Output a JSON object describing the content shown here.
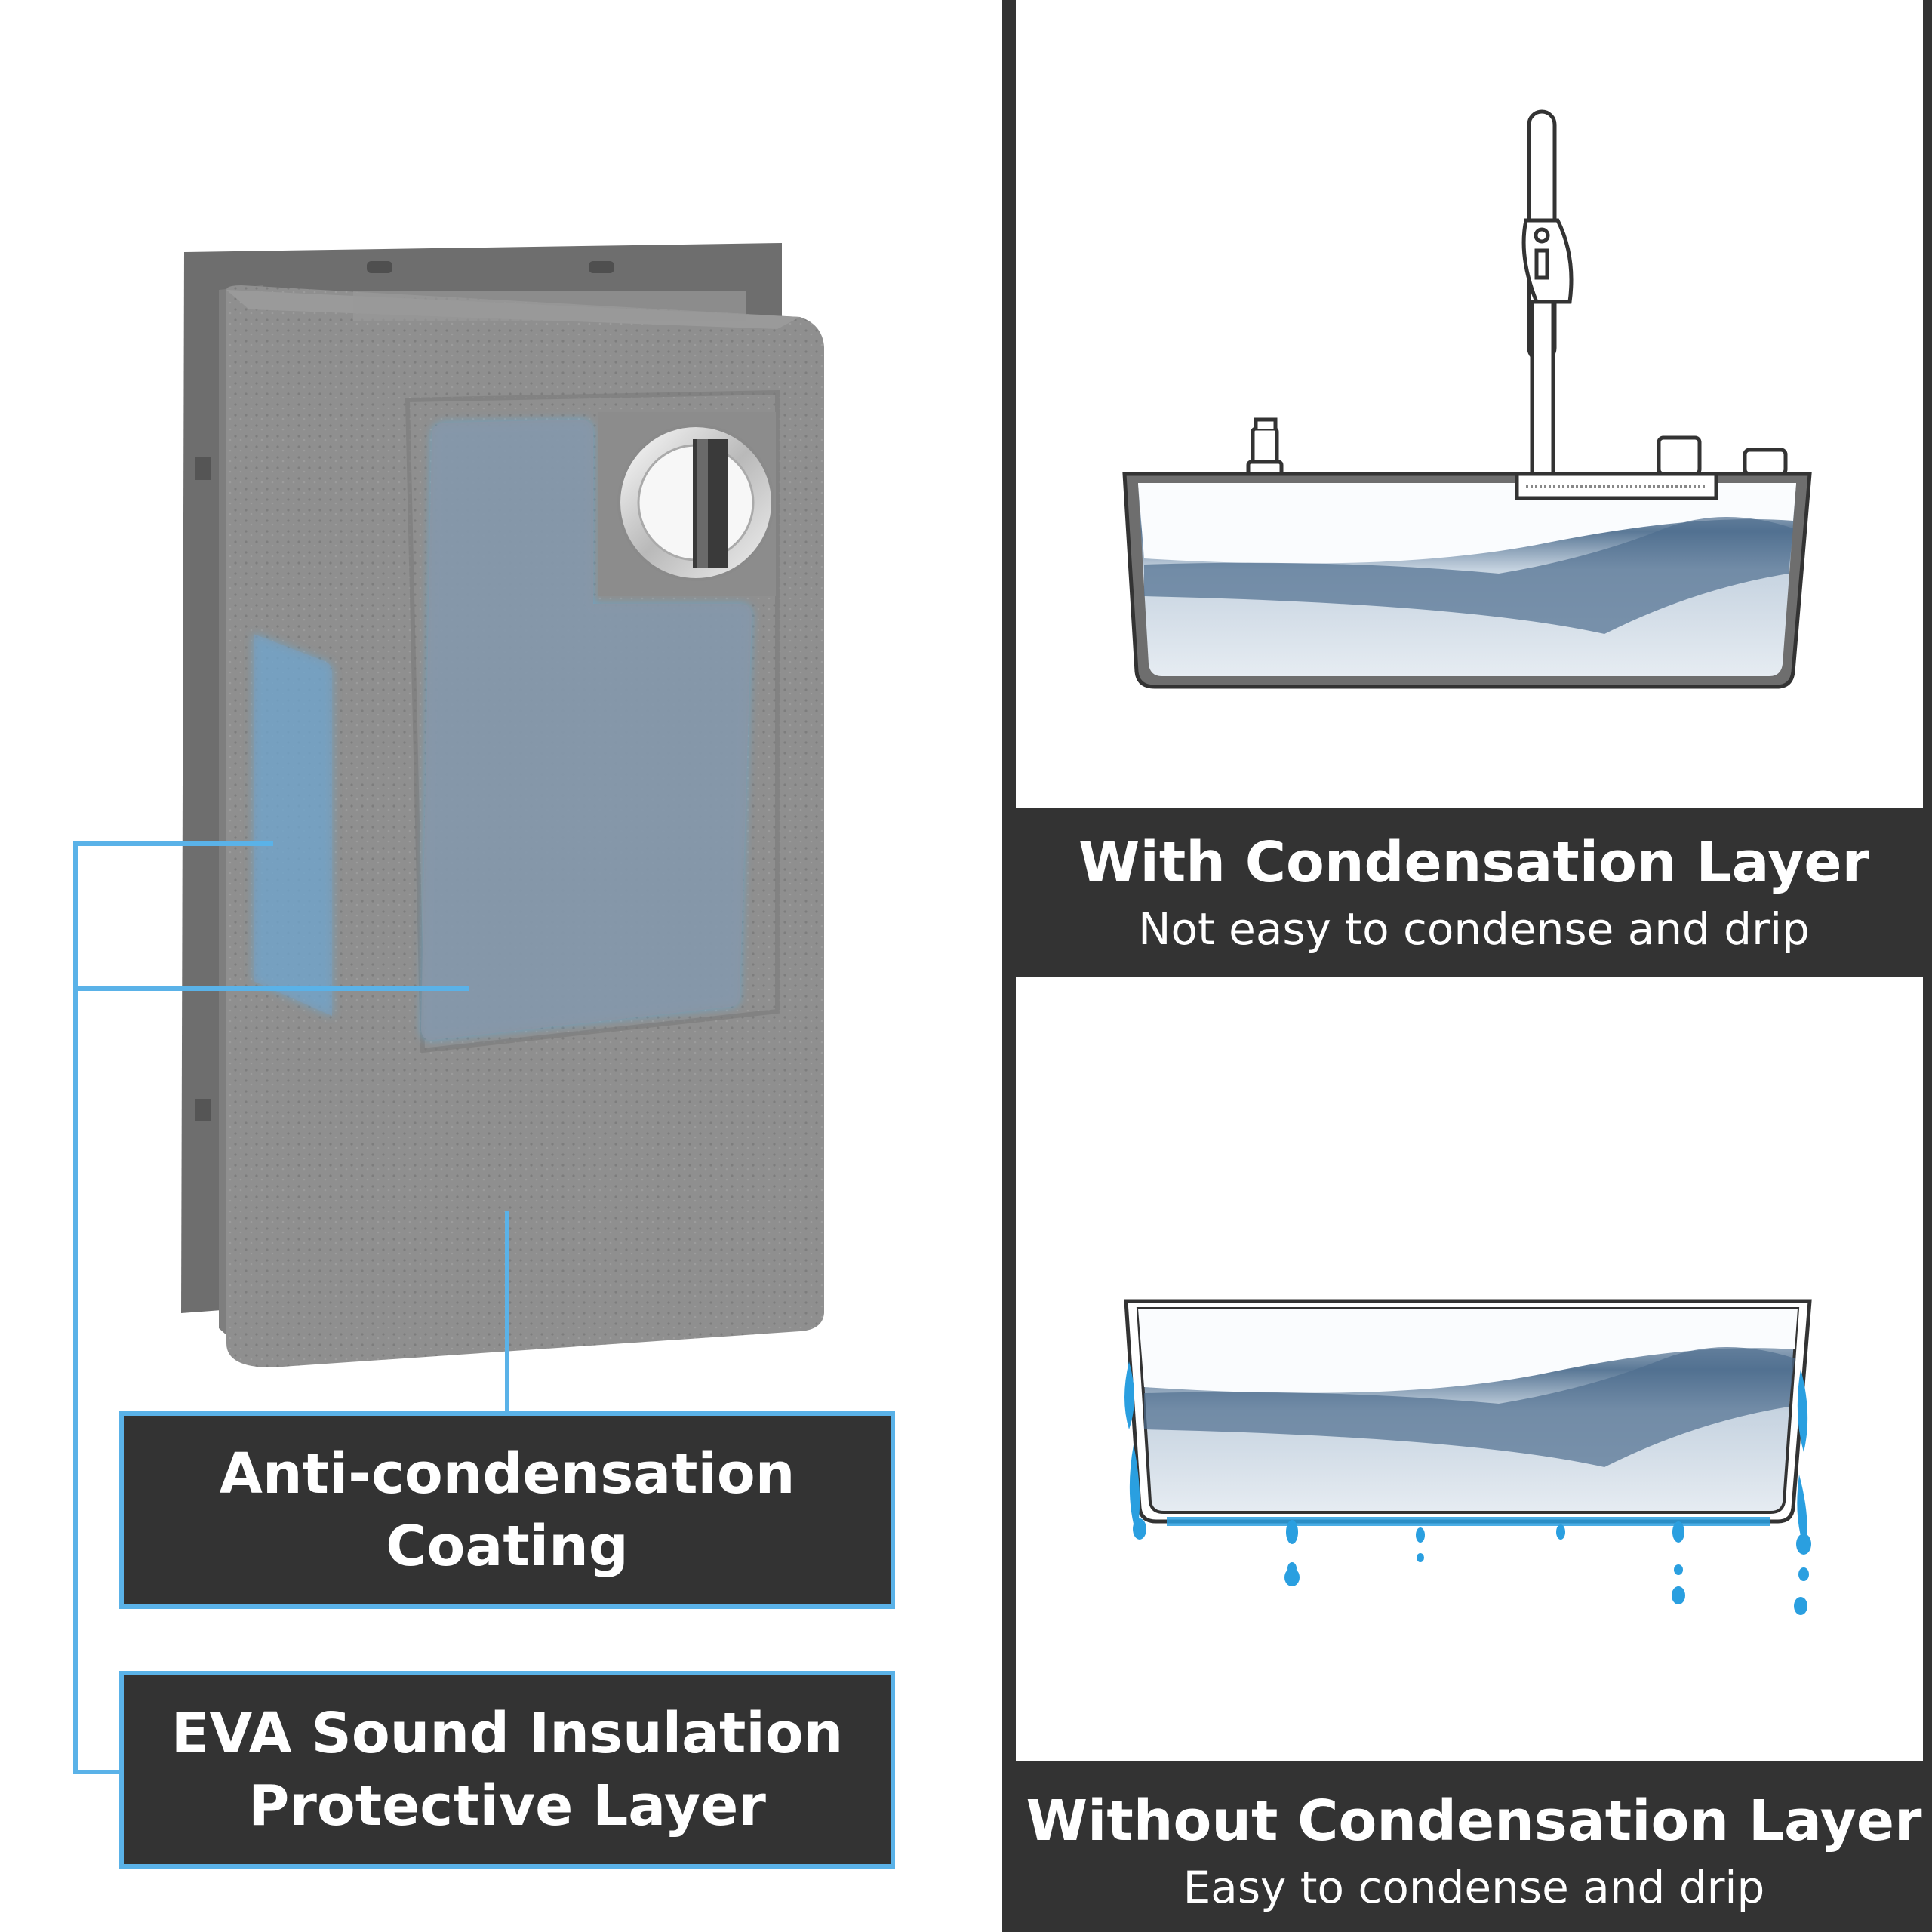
{
  "callouts": {
    "coating": {
      "line1": "Anti-condensation",
      "line2": "Coating"
    },
    "eva": {
      "line1": "EVA Sound Insulation",
      "line2": "Protective Layer"
    }
  },
  "comparison": {
    "with": {
      "title": "With Condensation Layer",
      "subtitle": "Not easy to condense and drip"
    },
    "without": {
      "title": "Without Condensation Layer",
      "subtitle": "Easy to condense and drip"
    }
  },
  "colors": {
    "accent_blue": "#5ab2e8",
    "dark_band": "#333333",
    "box_gray": "#8c8c8c",
    "water_blue": "#2a9fe0"
  }
}
